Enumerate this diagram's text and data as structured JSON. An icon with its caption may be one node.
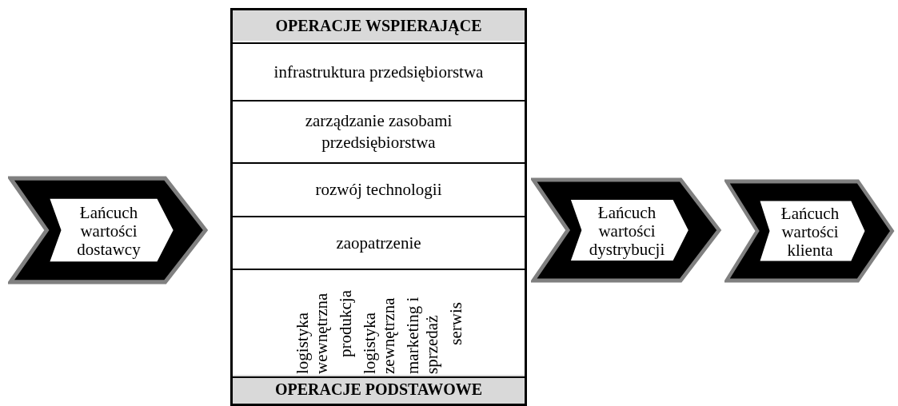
{
  "diagram": {
    "nodes": [
      {
        "text": [
          "Łańcuch wartości dostawcy"
        ]
      },
      {
        "text": [
          "OPERACJE WSPIERAJĄCE",
          "OPERACJE PODSTAWOWE"
        ]
      },
      {
        "text": [
          "infrastruktura przedsiębiorstwa"
        ],
        "in": 1
      },
      {
        "text": [
          "zarządzanie zasobami przedsiębiorstwa"
        ],
        "in": 1
      },
      {
        "text": [
          "rozwój technologii"
        ],
        "in": 1
      },
      {
        "text": [
          "zaopatrzenie"
        ],
        "in": 1
      },
      {
        "text": [
          "logistyka wewnętrzna",
          "produkcja",
          "logistyka zewnętrzna",
          "marketing i sprzedaż",
          "serwis"
        ],
        "in": 1
      },
      {
        "text": [
          "Łańcuch wartości dystrybucji"
        ]
      },
      {
        "text": [
          "Łańcuch wartości klienta"
        ]
      }
    ],
    "edges": []
  }
}
